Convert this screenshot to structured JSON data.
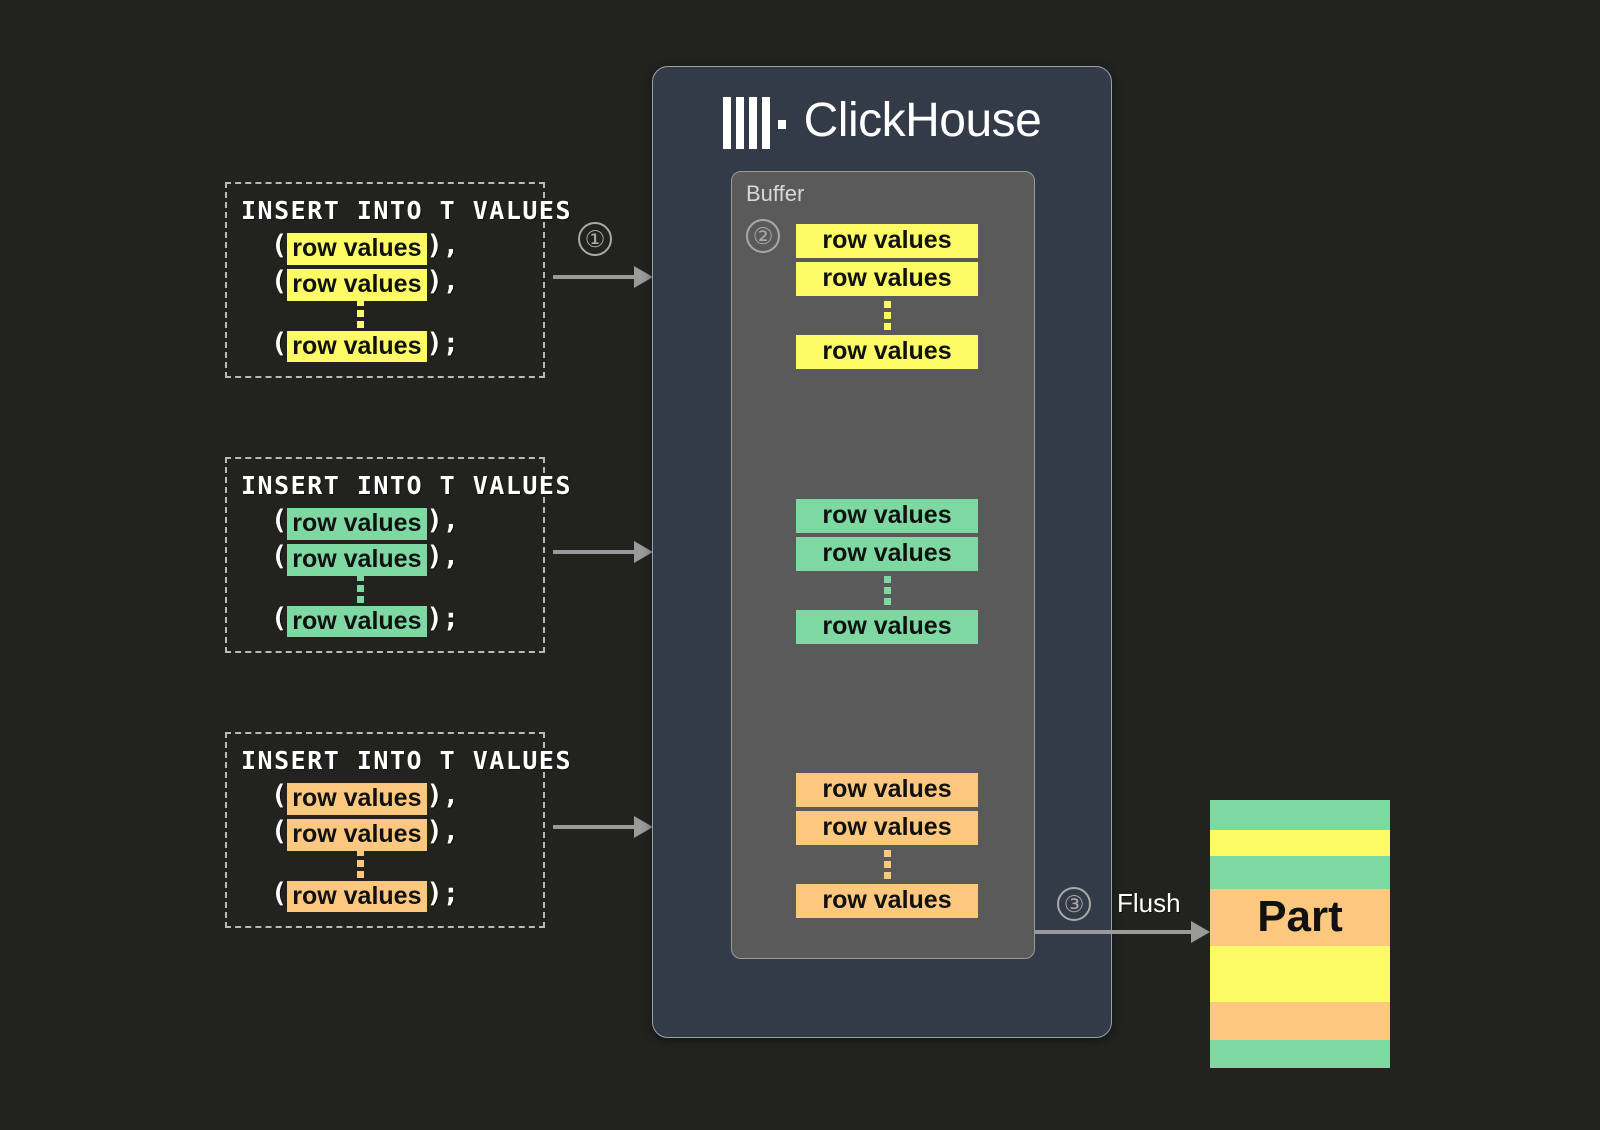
{
  "background": "#22221f",
  "colors": {
    "yellow": "#fcfb65",
    "green": "#7dd8a2",
    "orange": "#fcc87f",
    "panel": "#343b48",
    "buffer": "#5a5a5a",
    "arrow": "#9a9a9a",
    "border": "#b9b9b9"
  },
  "clickhouse": {
    "title": "ClickHouse",
    "logo_icon": "clickhouse-logo-icon",
    "buffer": {
      "label": "Buffer",
      "marker": "②",
      "groups": [
        {
          "color_key": "yellow",
          "rows": [
            "row values",
            "row values",
            "row values"
          ],
          "ellipsis": "vertical-ellipsis"
        },
        {
          "color_key": "green",
          "rows": [
            "row values",
            "row values",
            "row values"
          ],
          "ellipsis": "vertical-ellipsis"
        },
        {
          "color_key": "orange",
          "rows": [
            "row values",
            "row values",
            "row values"
          ],
          "ellipsis": "vertical-ellipsis"
        }
      ]
    }
  },
  "inserts": [
    {
      "statement": "INSERT INTO T VALUES",
      "color_key": "yellow",
      "lines": [
        {
          "open": "(",
          "value": "row values",
          "close": "),"
        },
        {
          "open": "(",
          "value": "row values",
          "close": "),"
        },
        {
          "open": "(",
          "value": "row values",
          "close": ");"
        }
      ],
      "ellipsis": "vertical-ellipsis"
    },
    {
      "statement": "INSERT INTO T VALUES",
      "color_key": "green",
      "lines": [
        {
          "open": "(",
          "value": "row values",
          "close": "),"
        },
        {
          "open": "(",
          "value": "row values",
          "close": "),"
        },
        {
          "open": "(",
          "value": "row values",
          "close": ");"
        }
      ],
      "ellipsis": "vertical-ellipsis"
    },
    {
      "statement": "INSERT INTO T VALUES",
      "color_key": "orange",
      "lines": [
        {
          "open": "(",
          "value": "row values",
          "close": "),"
        },
        {
          "open": "(",
          "value": "row values",
          "close": "),"
        },
        {
          "open": "(",
          "value": "row values",
          "close": ");"
        }
      ],
      "ellipsis": "vertical-ellipsis"
    }
  ],
  "markers": {
    "step1": "①",
    "step2": "②",
    "step3": "③"
  },
  "flush": {
    "label": "Flush"
  },
  "part": {
    "label": "Part",
    "stripes": [
      {
        "color_key": "green",
        "height": 30
      },
      {
        "color_key": "yellow",
        "height": 26
      },
      {
        "color_key": "green",
        "height": 33
      },
      {
        "color_key": "orange",
        "height": 57
      },
      {
        "color_key": "yellow",
        "height": 56
      },
      {
        "color_key": "orange",
        "height": 38
      },
      {
        "color_key": "green",
        "height": 28
      }
    ],
    "label_stripe_index": 3
  }
}
